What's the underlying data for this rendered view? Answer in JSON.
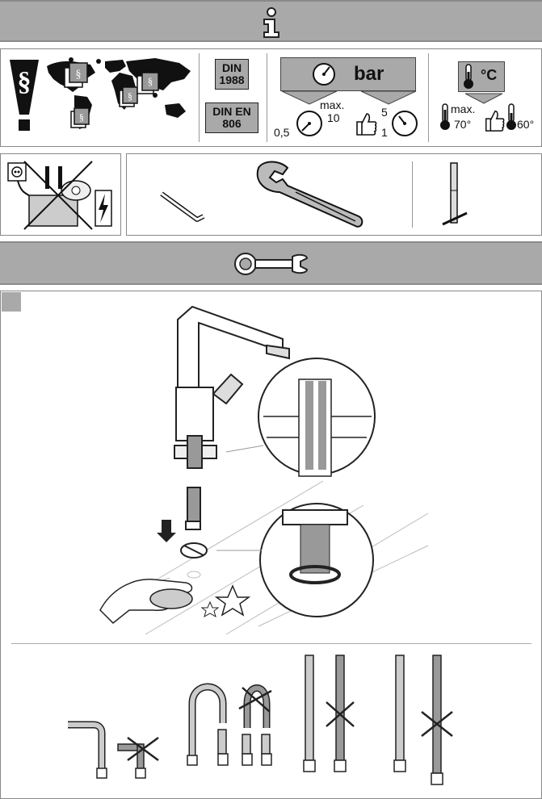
{
  "din": {
    "line1": "DIN",
    "year": "1988",
    "en_line": "DIN EN",
    "en_num": "806"
  },
  "pressure": {
    "unit": "bar",
    "max_label": "max.",
    "max_value": "10",
    "min_value": "0,5",
    "rec_high": "5",
    "rec_low": "1"
  },
  "temperature": {
    "unit": "°C",
    "max_label": "max.",
    "max_value": "70°",
    "rec_value": "60°"
  },
  "icons": [
    "info-icon",
    "paragraph-icon",
    "world-map-icon",
    "pressure-gauge-icon",
    "thumbs-up-icon",
    "thermometer-icon",
    "no-power-icon",
    "allen-key-icon",
    "adjustable-wrench-icon",
    "tee-key-icon",
    "combination-wrench-icon"
  ],
  "colors": {
    "band": "#a9a9a9",
    "line": "#222222"
  }
}
